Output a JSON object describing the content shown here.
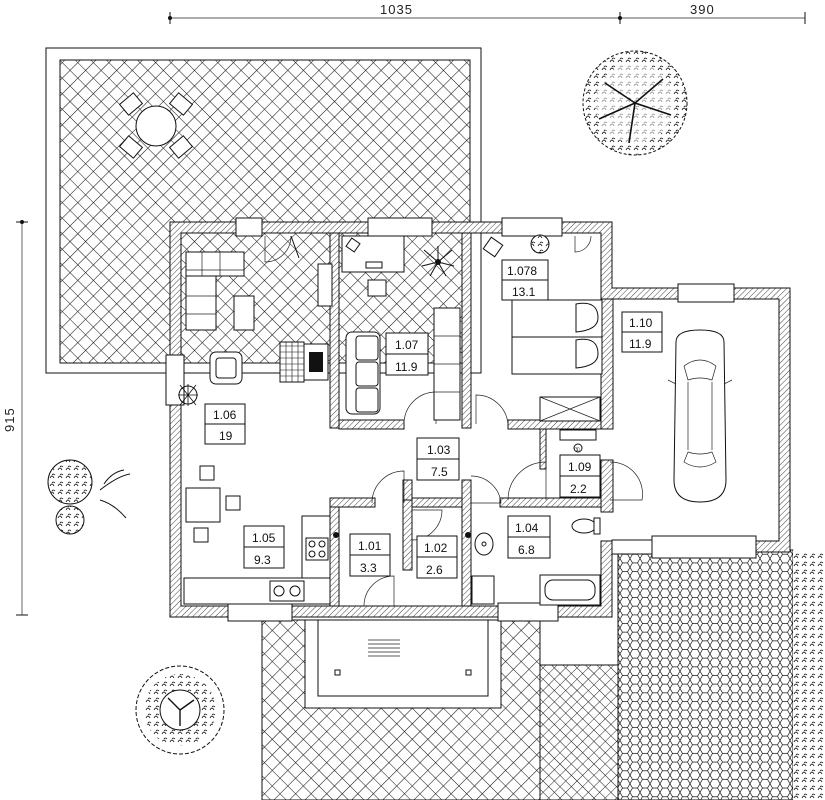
{
  "dimensions": {
    "top_left": "1035",
    "top_right": "390",
    "left_vertical": "915"
  },
  "rooms": [
    {
      "id": "1.06",
      "area": "19"
    },
    {
      "id": "1.07",
      "area": "11.9"
    },
    {
      "id": "1.078",
      "area": "13.1"
    },
    {
      "id": "1.10",
      "area": "11.9"
    },
    {
      "id": "1.03",
      "area": "7.5"
    },
    {
      "id": "1.09",
      "area": "2.2"
    },
    {
      "id": "1.05",
      "area": "9.3"
    },
    {
      "id": "1.01",
      "area": "3.3"
    },
    {
      "id": "1.02",
      "area": "2.6"
    },
    {
      "id": "1.04",
      "area": "6.8"
    }
  ],
  "symbols": {
    "meter_symbol": "①"
  },
  "icons": [
    "tree-icon",
    "shrub-icon",
    "car-icon",
    "bed-icon",
    "sofa-icon",
    "table-chairs-icon",
    "stove-icon",
    "sink-icon",
    "toilet-icon",
    "bathtub-icon",
    "plant-icon",
    "staircase-icon"
  ]
}
